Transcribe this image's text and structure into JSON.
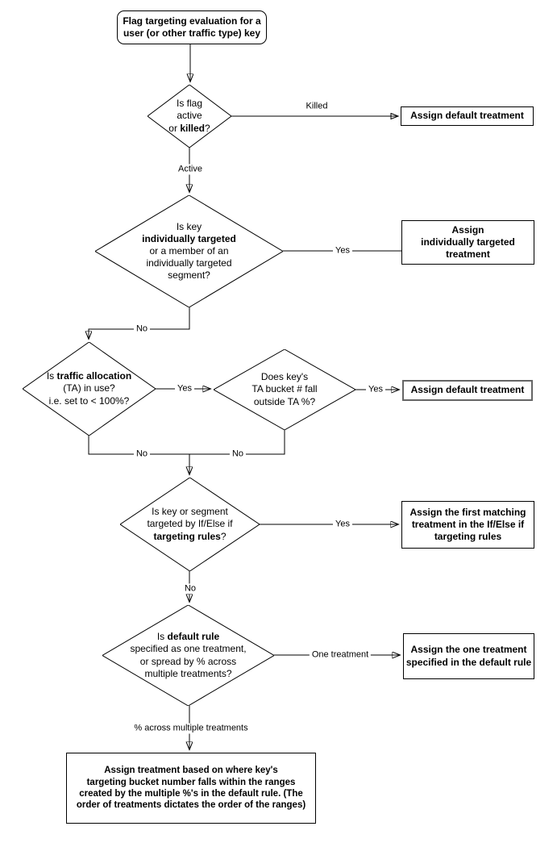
{
  "diagram": {
    "type": "flowchart",
    "colors": {
      "stroke": "#000000",
      "background": "#ffffff",
      "highlight_border": "#666666"
    },
    "nodes": {
      "start": {
        "shape": "rounded-rect",
        "lines": [
          [
            {
              "t": "Flag targeting evaluation for a",
              "b": true
            }
          ],
          [
            {
              "t": "user (or other traffic type) key",
              "b": true
            }
          ]
        ]
      },
      "is_flag_active": {
        "shape": "diamond",
        "lines": [
          [
            {
              "t": "Is flag"
            }
          ],
          [
            {
              "t": "active"
            }
          ],
          [
            {
              "t": "or "
            },
            {
              "t": "killed",
              "b": true
            },
            {
              "t": "?"
            }
          ]
        ]
      },
      "assign_default_1": {
        "shape": "rect",
        "lines": [
          [
            {
              "t": "Assign default treatment",
              "b": true
            }
          ]
        ]
      },
      "is_individually_targeted": {
        "shape": "diamond",
        "lines": [
          [
            {
              "t": "Is key"
            }
          ],
          [
            {
              "t": "individually targeted",
              "b": true
            }
          ],
          [
            {
              "t": "or a member of an"
            }
          ],
          [
            {
              "t": "individually targeted"
            }
          ],
          [
            {
              "t": "segment?"
            }
          ]
        ]
      },
      "assign_individual": {
        "shape": "rect",
        "lines": [
          [
            {
              "t": "Assign",
              "b": true
            }
          ],
          [
            {
              "t": "individually targeted",
              "b": true
            }
          ],
          [
            {
              "t": "treatment",
              "b": true
            }
          ]
        ]
      },
      "is_ta_in_use": {
        "shape": "diamond",
        "lines": [
          [
            {
              "t": "Is "
            },
            {
              "t": "traffic allocation",
              "b": true
            }
          ],
          [
            {
              "t": "(TA) in use?"
            }
          ],
          [
            {
              "t": "i.e. set to < 100%?"
            }
          ]
        ]
      },
      "ta_bucket_outside": {
        "shape": "diamond",
        "lines": [
          [
            {
              "t": "Does key's"
            }
          ],
          [
            {
              "t": "TA bucket # fall"
            }
          ],
          [
            {
              "t": "outside TA %?"
            }
          ]
        ]
      },
      "assign_default_2": {
        "shape": "rect-highlight",
        "lines": [
          [
            {
              "t": "Assign default treatment",
              "b": true
            }
          ]
        ]
      },
      "targeting_rules": {
        "shape": "diamond",
        "lines": [
          [
            {
              "t": "Is key or segment"
            }
          ],
          [
            {
              "t": "targeted by If/Else if"
            }
          ],
          [
            {
              "t": "targeting rules",
              "b": true
            },
            {
              "t": "?"
            }
          ]
        ]
      },
      "assign_first_matching": {
        "shape": "rect",
        "lines": [
          [
            {
              "t": "Assign the first matching",
              "b": true
            }
          ],
          [
            {
              "t": "treatment in the If/Else if",
              "b": true
            }
          ],
          [
            {
              "t": "targeting rules",
              "b": true
            }
          ]
        ]
      },
      "default_rule": {
        "shape": "diamond",
        "lines": [
          [
            {
              "t": "Is "
            },
            {
              "t": "default rule",
              "b": true
            }
          ],
          [
            {
              "t": "specified as one treatment,"
            }
          ],
          [
            {
              "t": "or spread by % across"
            }
          ],
          [
            {
              "t": "multiple treatments?"
            }
          ]
        ]
      },
      "assign_one_treatment": {
        "shape": "rect",
        "lines": [
          [
            {
              "t": "Assign the one treatment",
              "b": true
            }
          ],
          [
            {
              "t": "specified in the default rule",
              "b": true
            }
          ]
        ]
      },
      "assign_by_ranges": {
        "shape": "rect",
        "lines": [
          [
            {
              "t": "Assign treatment based on where key's",
              "b": true
            }
          ],
          [
            {
              "t": "targeting bucket number falls within the ranges",
              "b": true
            }
          ],
          [
            {
              "t": "created by the multiple %'s in the default rule. (The",
              "b": true
            }
          ],
          [
            {
              "t": "order of treatments dictates the order of the ranges)",
              "b": true
            }
          ]
        ]
      }
    },
    "edge_labels": {
      "killed": "Killed",
      "active": "Active",
      "yes": "Yes",
      "no": "No",
      "one_treatment": "One treatment",
      "pct_across": "% across multiple treatments"
    }
  }
}
